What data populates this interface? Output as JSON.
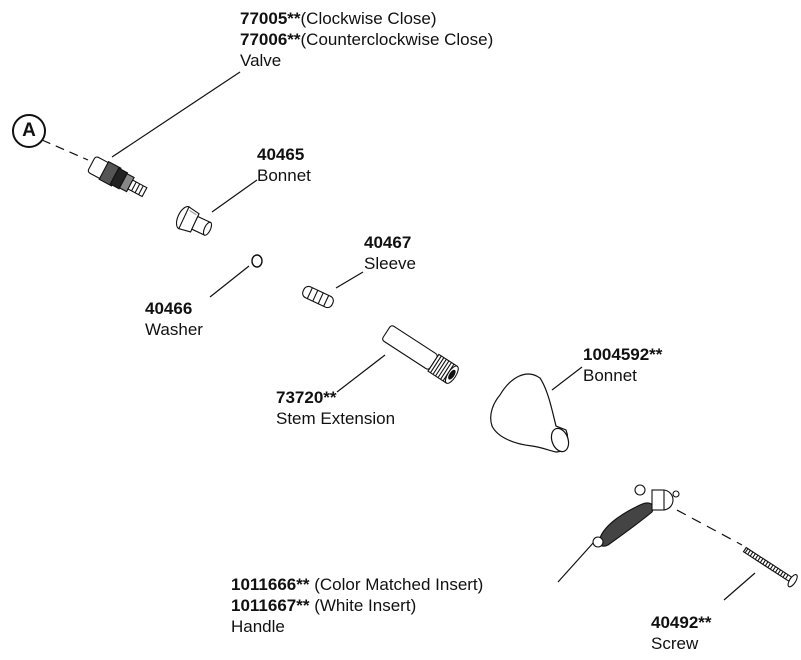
{
  "callout": "A",
  "parts": {
    "valve": {
      "line1_num": "77005**",
      "line1_note": "(Clockwise Close)",
      "line2_num": "77006**",
      "line2_note": "(Counterclockwise Close)",
      "name": "Valve"
    },
    "bonnet_small": {
      "num": "40465",
      "name": "Bonnet"
    },
    "sleeve": {
      "num": "40467",
      "name": "Sleeve"
    },
    "washer": {
      "num": "40466",
      "name": "Washer"
    },
    "stem_extension": {
      "num": "73720**",
      "name": "Stem Extension"
    },
    "bonnet_large": {
      "num": "1004592**",
      "name": "Bonnet"
    },
    "handle": {
      "line1_num": "1011666**",
      "line1_note": " (Color Matched Insert)",
      "line2_num": "1011667**",
      "line2_note": " (White Insert)",
      "name": "Handle"
    },
    "screw": {
      "num": "40492**",
      "name": "Screw"
    }
  }
}
